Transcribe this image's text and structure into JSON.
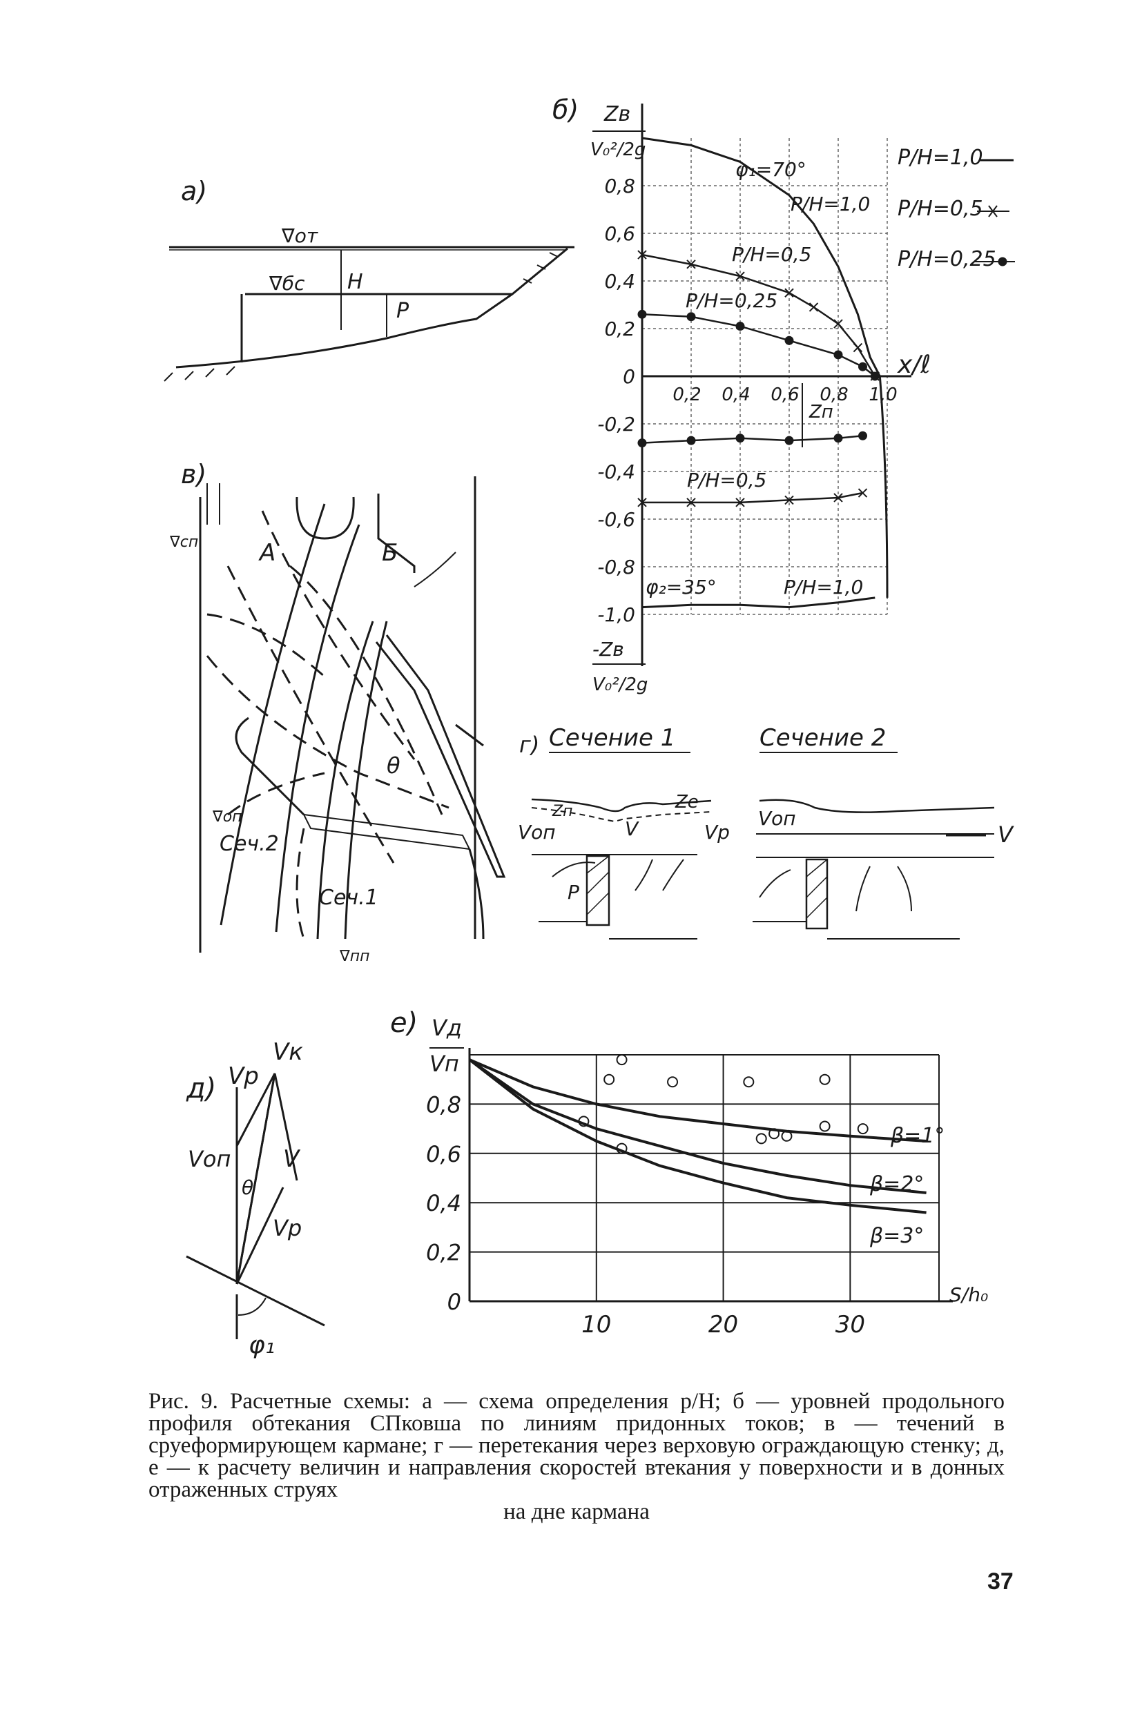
{
  "panel_a": {
    "label": "а)",
    "water_upper": "∇от",
    "water_lower": "∇бс",
    "H": "Н",
    "P": "Р"
  },
  "panel_b": {
    "label": "б)",
    "y_top_num": "Zв",
    "y_top_den": "V₀²/2g",
    "y_bot_num": "-Zв",
    "y_bot_den": "V₀²/2g",
    "x_label": "x/ℓ",
    "y_ticks": [
      "0,8",
      "0,6",
      "0,4",
      "0,2",
      "0",
      "-0,2",
      "-0,4",
      "-0,6",
      "-0,8",
      "-1,0"
    ],
    "x_ticks": [
      "0,2",
      "0,4",
      "0,6",
      "0,8",
      "1,0"
    ],
    "phi1": "φ₁=70°",
    "phi2": "φ₂=35°",
    "curve_labels": [
      "P/H=1,0",
      "P/H=0,5",
      "P/H=0,25",
      "P/H=0,5",
      "P/H=1,0"
    ],
    "zn": "Zп",
    "legend": [
      "P/H=1,0",
      "P/H=0,5",
      "P/H=0,25"
    ]
  },
  "panel_v": {
    "label": "в)",
    "top_mark": "∇сп",
    "A": "А",
    "B": "Б",
    "left_mark": "∇оп",
    "sec2": "Сеч.2",
    "sec1": "Сеч.1",
    "theta": "θ",
    "bottom_mark": "∇пп"
  },
  "panel_g": {
    "label": "г)",
    "sec1_title": "Сечение 1",
    "sec2_title": "Сечение 2",
    "zn": "Zп",
    "ze": "Zе",
    "v_op": "Vоп",
    "v": "V",
    "v_r": "Vр",
    "p": "Р"
  },
  "panel_d": {
    "label": "д)",
    "vr": "Vр",
    "vk": "Vк",
    "v_op": "Vоп",
    "theta": "θ",
    "v": "V",
    "vp2": "Vр",
    "phi": "φ₁"
  },
  "panel_e": {
    "label": "е)",
    "y_num": "Vд",
    "y_den": "Vп",
    "x_label": "S/h₀",
    "beta_labels": [
      "β=1°",
      "β=2°",
      "β=3°"
    ]
  },
  "chart_data": [
    {
      "type": "line",
      "panel": "б",
      "xlabel": "x/ℓ",
      "ylabel": "Zв/(V₀²/2g)",
      "xlim": [
        0,
        1.0
      ],
      "ylim": [
        -1.0,
        1.0
      ],
      "x_ticks": [
        0.2,
        0.4,
        0.6,
        0.8,
        1.0
      ],
      "y_ticks": [
        0.8,
        0.6,
        0.4,
        0.2,
        0,
        -0.2,
        -0.4,
        -0.6,
        -0.8,
        -1.0
      ],
      "grid": true,
      "series": [
        {
          "name": "P/H=1,0",
          "x": [
            0,
            0.2,
            0.4,
            0.6,
            0.7,
            0.8,
            0.88,
            0.93,
            0.97
          ],
          "y": [
            1.0,
            0.97,
            0.9,
            0.76,
            0.64,
            0.46,
            0.26,
            0.08,
            0.0
          ]
        },
        {
          "name": "P/H=0,5",
          "x": [
            0,
            0.2,
            0.4,
            0.6,
            0.7,
            0.8,
            0.88,
            0.95
          ],
          "y": [
            0.51,
            0.47,
            0.42,
            0.35,
            0.29,
            0.22,
            0.12,
            0.0
          ]
        },
        {
          "name": "P/H=0,25",
          "x": [
            0,
            0.2,
            0.4,
            0.6,
            0.8,
            0.9,
            0.95
          ],
          "y": [
            0.26,
            0.25,
            0.21,
            0.15,
            0.09,
            0.04,
            0.0
          ]
        },
        {
          "name": "P/H=0,25",
          "x": [
            0,
            0.2,
            0.4,
            0.6,
            0.8,
            0.9
          ],
          "y": [
            -0.28,
            -0.27,
            -0.26,
            -0.27,
            -0.26,
            -0.25
          ]
        },
        {
          "name": "P/H=0,5",
          "x": [
            0,
            0.2,
            0.4,
            0.6,
            0.8,
            0.9
          ],
          "y": [
            -0.53,
            -0.53,
            -0.53,
            -0.52,
            -0.51,
            -0.49
          ]
        },
        {
          "name": "P/H=1,0",
          "x": [
            0,
            0.2,
            0.4,
            0.6,
            0.8,
            0.95
          ],
          "y": [
            -0.97,
            -0.96,
            -0.96,
            -0.97,
            -0.95,
            -0.93
          ]
        }
      ]
    },
    {
      "type": "line",
      "panel": "е",
      "xlabel": "S/h₀",
      "ylabel": "Vд/Vп",
      "xlim": [
        0,
        37
      ],
      "ylim": [
        0,
        1.0
      ],
      "x_ticks": [
        10,
        20,
        30
      ],
      "y_ticks": [
        0.8,
        0.6,
        0.4,
        0.2,
        0
      ],
      "grid": true,
      "series": [
        {
          "name": "β=1°",
          "x": [
            0,
            5,
            10,
            15,
            20,
            25,
            30,
            36
          ],
          "y": [
            0.98,
            0.87,
            0.8,
            0.75,
            0.72,
            0.69,
            0.67,
            0.65
          ]
        },
        {
          "name": "β=2°",
          "x": [
            0,
            5,
            10,
            15,
            20,
            25,
            30,
            36
          ],
          "y": [
            0.98,
            0.8,
            0.7,
            0.63,
            0.56,
            0.51,
            0.47,
            0.44
          ]
        },
        {
          "name": "β=3°",
          "x": [
            0,
            5,
            10,
            15,
            20,
            25,
            30,
            36
          ],
          "y": [
            0.98,
            0.78,
            0.65,
            0.55,
            0.48,
            0.42,
            0.39,
            0.36
          ]
        }
      ],
      "points": {
        "x": [
          9,
          11,
          12,
          16,
          22,
          23,
          24,
          25,
          28,
          28,
          31,
          12
        ],
        "y": [
          0.73,
          0.9,
          0.98,
          0.89,
          0.89,
          0.66,
          0.68,
          0.67,
          0.9,
          0.71,
          0.7,
          0.62
        ]
      }
    }
  ],
  "caption": {
    "body": "Рис. 9. Расчетные схемы: а — схема определения р/Н; б — уровней продольного профиля обтекания СПковша по линиям придонных токов; в — течений в сруеформирующем кармане; г — перетекания через верховую ограждающую стенку; д, е — к расчету величин и направления скоростей втекания у поверхности и в донных отраженных струях",
    "last_line": "на дне кармана"
  },
  "page_number": "37"
}
